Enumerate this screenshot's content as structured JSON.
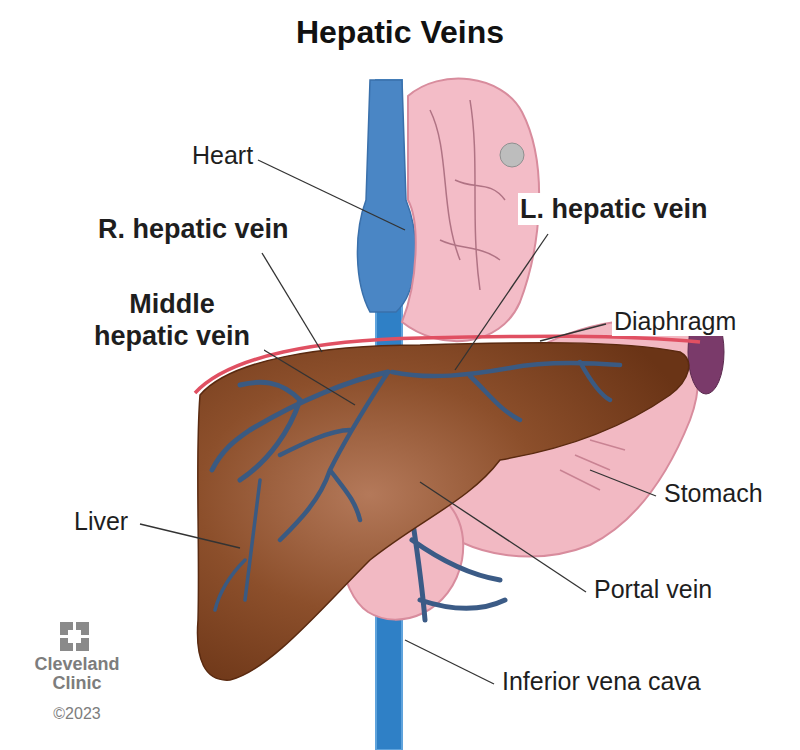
{
  "diagram": {
    "title": "Hepatic Veins",
    "labels": [
      "Heart",
      "R. hepatic vein",
      "L. hepatic vein",
      "Middle hepatic vein",
      "Diaphragm",
      "Stomach",
      "Liver",
      "Portal vein",
      "Inferior vena cava",
      "Cleveland Clinic",
      "©2023"
    ]
  }
}
